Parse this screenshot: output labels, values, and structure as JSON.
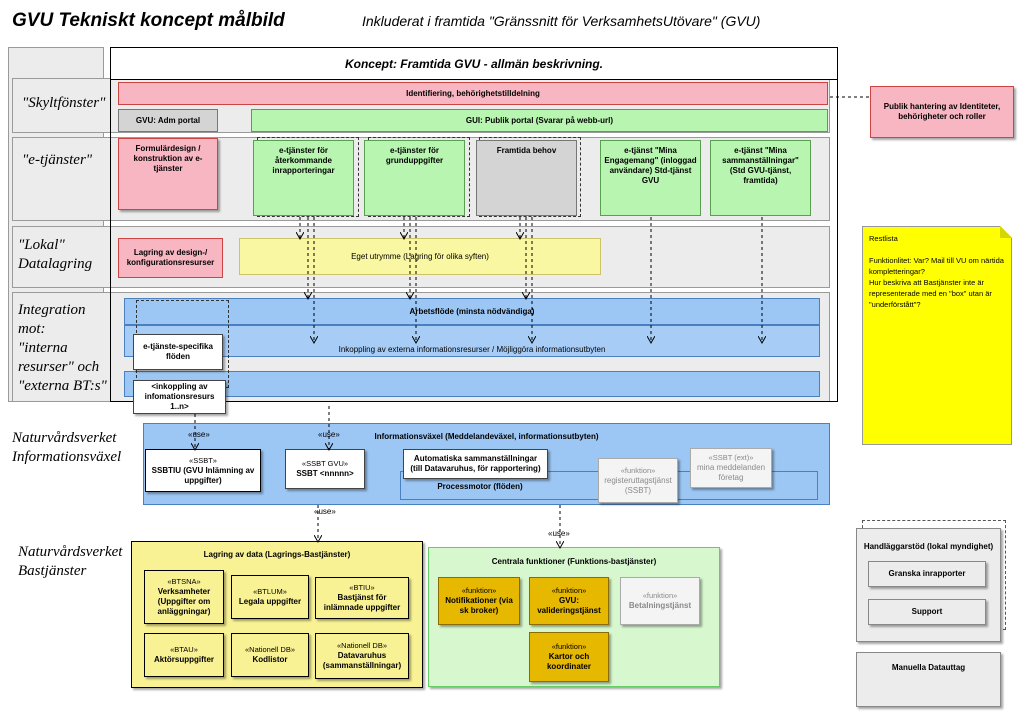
{
  "header": {
    "title": "GVU Tekniskt koncept målbild",
    "subtitle": "Inkluderat i framtida \"Gränssnitt för VerksamhetsUtövare\" (GVU)"
  },
  "lanes": {
    "skylt": "\"Skyltfönster\"",
    "etj": "\"e-tjänster\"",
    "lokal": "\"Lokal\"\nDatalagring",
    "integration": "Integration\nmot:\n\"interna\nresurser\" och\n\"externa BT:s\"",
    "vaxel": "Naturvårdsverket\nInformationsväxel",
    "bas": "Naturvårdsverket\nBastjänster"
  },
  "concept": {
    "title": "Koncept: Framtida GVU - allmän beskrivning.",
    "ident": "Identifiering, behörighetstilldelning",
    "adm": "GVU: Adm portal",
    "gui": "GUI: Publik portal (Svarar på webb-url)",
    "form": "Formulärdesign / konstruktion av e-tjänster",
    "etj1": "e-tjänster för återkommande inrapporteringar",
    "etj2": "e-tjänster för grunduppgifter",
    "future": "Framtida behov",
    "mina_eng": "e-tjänst \"Mina Engagemang\" (inloggad användare) Std-tjänst GVU",
    "mina_samm": "e-tjänst \"Mina sammanställningar\" (Std GVU-tjänst, framtida)",
    "lagring": "Lagring av design-/ konfigurationsresurser",
    "eget": "Eget utrymme (Lagring för olika syften)",
    "arbetsflode": "Arbetsflöde (minsta nödvändiga)",
    "inkoppling_ext": "Inkoppling av externa informationsresurser / Möjliggöra informationsutbyten",
    "etj_floden": "e-tjänste-specifika flöden",
    "inkoppling": "<inkoppling av infomationsresurs 1..n>"
  },
  "publik": "Publik hantering av Identiteter, behörigheter och roller",
  "restlista": "Restlista\n\nFunktionlitet: Var? Mail till VU om närtida kompletteringar?\nHur beskriva att Bastjänster inte är representerade med en \"box\" utan är \"underförstått\"?",
  "vaxel": {
    "title": "Informationsväxel (Meddelandeväxel, informationsutbyten)",
    "ssbtiu_st": "«SSBT»",
    "ssbtiu": "SSBTIU (GVU Inlämning av uppgifter)",
    "ssbtgvu_st": "«SSBT GVU»",
    "ssbtgvu": "SSBT <nnnnn>",
    "auto": "Automatiska sammanställningar (till Datavaruhus, för rapportering)",
    "reg_st": "«funktion»",
    "reg": "registeruttagstjänst (SSBT)",
    "mina_st": "«SSBT (ext)»",
    "mina": "mina meddelanden företag",
    "process": "Processmotor (flöden)"
  },
  "use": "«use»",
  "lagring_bas": {
    "title": "Lagring av data (Lagrings-Bastjänster)",
    "btsna_st": "«BTSNA»",
    "btsna": "Verksamheter (Uppgifter om anläggningar)",
    "btlum_st": "«BTLUM»",
    "btlum": "Legala uppgifter",
    "btiu_st": "«BTIU»",
    "btiu": "Bastjänst för inlämnade uppgifter",
    "btau_st": "«BTAU»",
    "btau": "Aktörsuppgifter",
    "natdb1_st": "«Nationell DB»",
    "natdb1": "Kodlistor",
    "natdb2_st": "«Nationell DB»",
    "natdb2": "Datavaruhus (sammanställningar)"
  },
  "centrala": {
    "title": "Centrala funktioner (Funktions-bastjänster)",
    "f_st": "«funktion»",
    "notif": "Notifikationer (via sk broker)",
    "valid": "GVU: valideringstjänst",
    "betal": "Betalningstjänst",
    "kartor": "Kartor och koordinater"
  },
  "handl": {
    "title": "Handläggarstöd (lokal myndighet)",
    "granska": "Granska inrapporter",
    "support": "Support"
  },
  "manuella": "Manuella Datauttag",
  "colors": {
    "pink": "#f7b6c2",
    "green": "#b8f5b0",
    "blue": "#9cc6f3",
    "yellow": "#f8f294",
    "gold": "#e6b800",
    "note": "#ffff00"
  }
}
